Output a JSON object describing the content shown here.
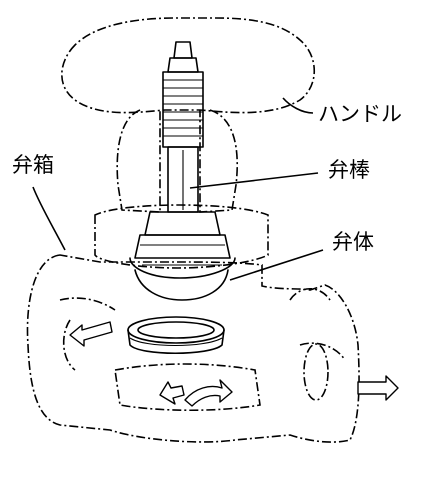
{
  "labels": {
    "handle": "ハンドル",
    "valve_box": "弁箱",
    "valve_stem": "弁棒",
    "valve_body": "弁体"
  }
}
